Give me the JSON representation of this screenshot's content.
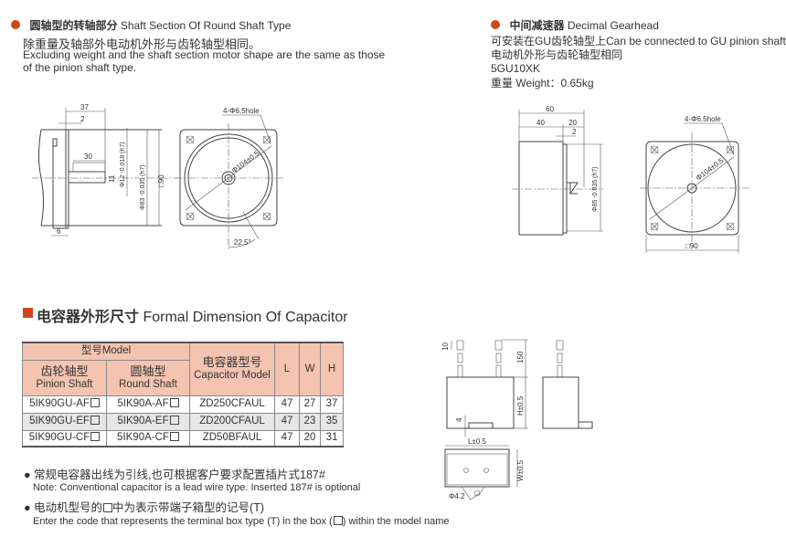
{
  "round_shaft": {
    "title_cn": "圆轴型的转轴部分",
    "title_en": "Shaft Section Of Round Shaft Type",
    "desc_cn": "除重量及轴部外电动机外形与齿轮轴型相同。",
    "desc_en_1": "Excluding weight and the shaft section motor shape are the same as those",
    "desc_en_2": "of the pinion shaft type.",
    "dims": {
      "d37": "37",
      "d2": "2",
      "d30": "30",
      "d6": "6",
      "phi12": "Φ12 -0.018 (h7)",
      "phi83": "Φ83 -0.035 (h7)",
      "sq90": "□90",
      "h11": "11",
      "hole": "4-Φ6.5hole",
      "phi104": "Φ104±0.5",
      "angle": "22.5°"
    }
  },
  "gearhead": {
    "title_cn": "中间减速器",
    "title_en": "Decimal Gearhead",
    "line1": "可安装在GU齿轮轴型上Can be connected to GU pinion shaft type",
    "line2": "电动机外形与齿轮轴型相同",
    "model": "5GU10XK",
    "weight": "重量 Weight：0.65kg",
    "dims": {
      "d60": "60",
      "d40": "40",
      "d20": "20",
      "d2": "2",
      "phi85": "Φ85 -0.035 (h7)",
      "hole": "4-Φ6.5hole",
      "phi104": "Φ104±0.5",
      "sq90": "□90"
    }
  },
  "capacitor": {
    "title_cn": "电容器外形尺寸",
    "title_en": "Formal Dimension Of Capacitor",
    "table": {
      "model_header": "型号Model",
      "pinion_cn": "齿轮轴型",
      "pinion_en": "Pinion Shaft",
      "round_cn": "圆轴型",
      "round_en": "Round Shaft",
      "cap_cn": "电容器型号",
      "cap_en": "Capacitor Model",
      "L": "L",
      "W": "W",
      "H": "H",
      "rows": [
        {
          "pinion": "5IK90GU-AF",
          "round": "5IK90A-AF",
          "cap": "ZD250CFAUL",
          "L": "47",
          "W": "27",
          "H": "37"
        },
        {
          "pinion": "5IK90GU-EF",
          "round": "5IK90A-EF",
          "cap": "ZD200CFAUL",
          "L": "47",
          "W": "23",
          "H": "35"
        },
        {
          "pinion": "5IK90GU-CF",
          "round": "5IK90A-CF",
          "cap": "ZD50BFAUL",
          "L": "47",
          "W": "20",
          "H": "31"
        }
      ]
    },
    "dims": {
      "d10": "10",
      "d150": "150",
      "h": "H±0.5",
      "d4": "4",
      "l": "L±0.5",
      "w": "W±0.5",
      "phi42": "Φ4.2"
    }
  },
  "notes": {
    "n1_cn": "常规电容器出线为引线,也可根据客户要求配置插片式187#",
    "n1_en": "Note: Conventional capacitor is a lead wire type. Inserted 187# is optional",
    "n2_cn_a": "电动机型号的",
    "n2_cn_b": "中为表示带端子箱型的记号(T)",
    "n2_en_a": "Enter the code that represents the terminal box type (T) in the box (",
    "n2_en_b": ") within the model name"
  },
  "colors": {
    "accent": "#d0461f",
    "header_bg": "#f4c4b1"
  }
}
